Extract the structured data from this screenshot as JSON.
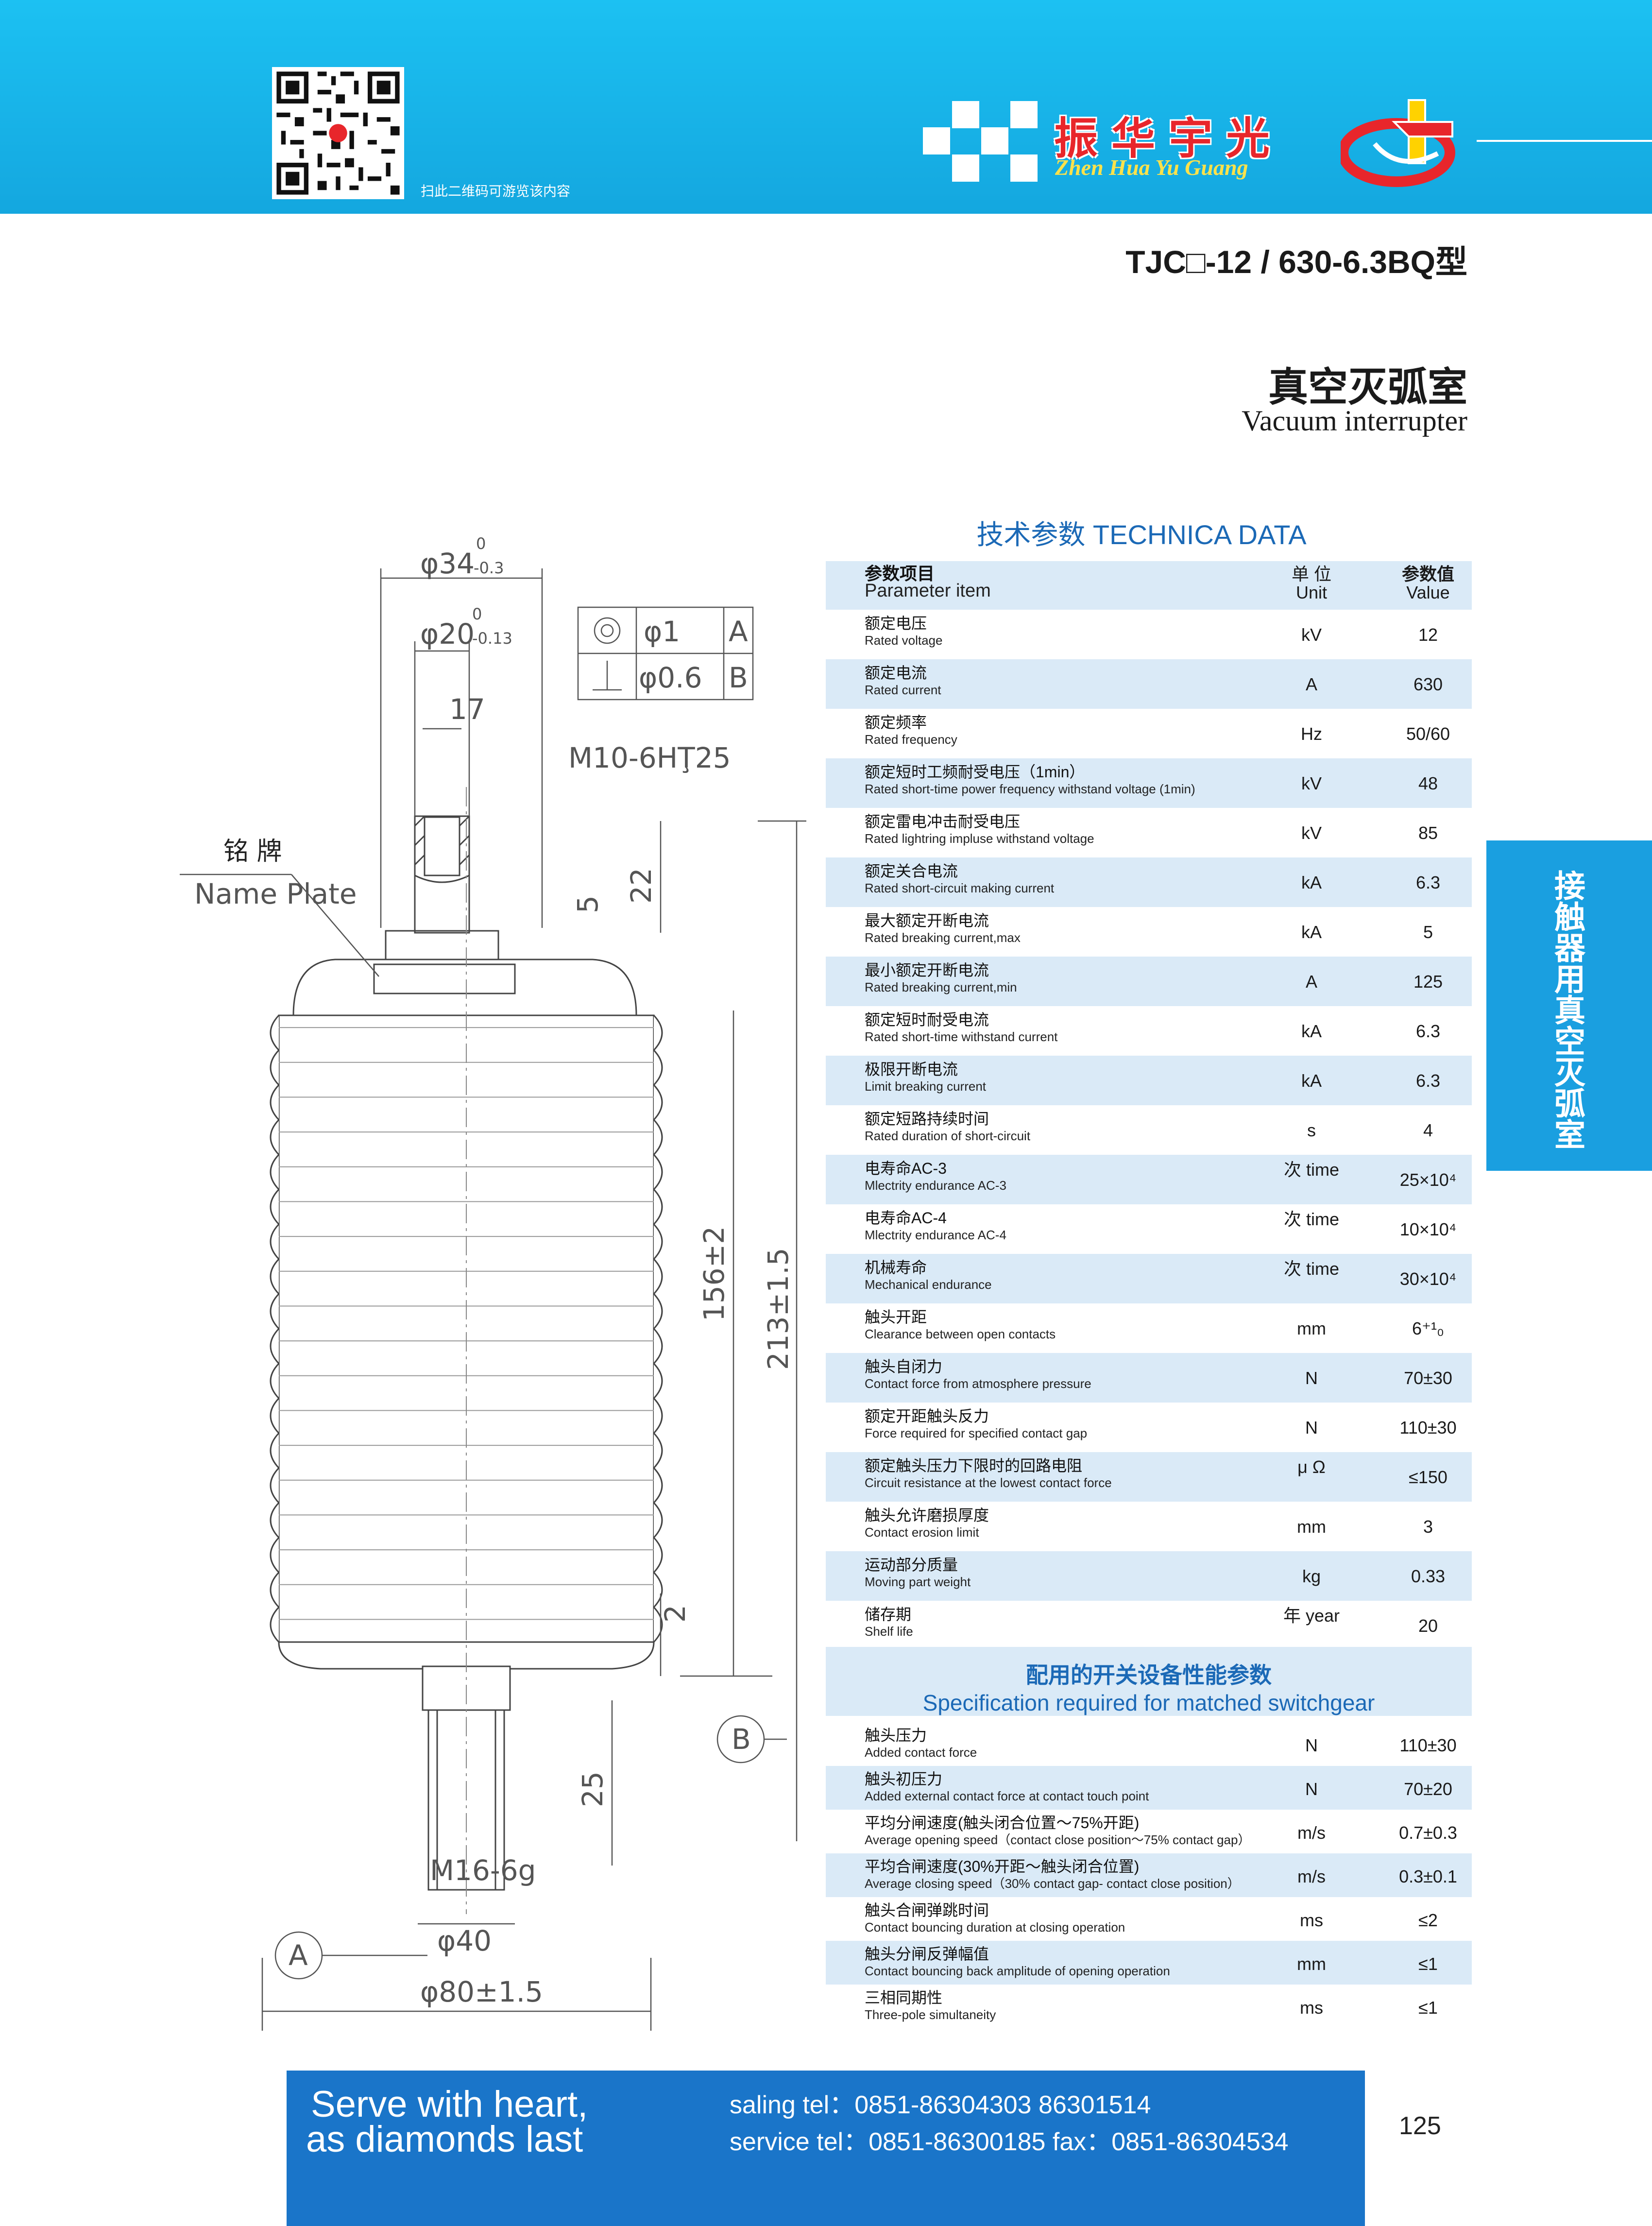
{
  "header": {
    "qr_caption": "扫此二维码可游览该内容",
    "brand_cn": "振华宇光",
    "brand_en": "Zhen Hua Yu Guang",
    "accent_color": "#19b8ec",
    "brand_color": "#e8262b"
  },
  "model": "TJC□-12 / 630-6.3BQ型",
  "title_cn": "真空灭弧室",
  "title_en": "Vacuum interrupter",
  "side_tab": "接触器用真空灭弧室",
  "tech_title": "技术参数 TECHNICA  DATA",
  "table_header": {
    "name_cn": "参数项目",
    "name_en": "Parameter item",
    "unit_cn": "单  位",
    "unit_en": "Unit",
    "val_cn": "参数值",
    "val_en": "Value"
  },
  "params": [
    {
      "cn": "额定电压",
      "en": "Rated voltage",
      "unit": "kV",
      "val": "12"
    },
    {
      "cn": "额定电流",
      "en": "Rated current",
      "unit": "A",
      "val": "630"
    },
    {
      "cn": "额定频率",
      "en": "Rated frequency",
      "unit": "Hz",
      "val": "50/60"
    },
    {
      "cn": "额定短时工频耐受电压（1min）",
      "en": "Rated short-time power frequency withstand voltage (1min)",
      "unit": "kV",
      "val": "48"
    },
    {
      "cn": "额定雷电冲击耐受电压",
      "en": "Rated lightring impluse withstand voltage",
      "unit": "kV",
      "val": "85"
    },
    {
      "cn": "额定关合电流",
      "en": "Rated short-circuit making current",
      "unit": "kA",
      "val": "6.3"
    },
    {
      "cn": "最大额定开断电流",
      "en": "Rated breaking current,max",
      "unit": "kA",
      "val": "5"
    },
    {
      "cn": "最小额定开断电流",
      "en": "Rated breaking current,min",
      "unit": "A",
      "val": "125"
    },
    {
      "cn": "额定短时耐受电流",
      "en": "Rated short-time withstand current",
      "unit": "kA",
      "val": "6.3"
    },
    {
      "cn": "极限开断电流",
      "en": "Limit breaking current",
      "unit": "kA",
      "val": "6.3"
    },
    {
      "cn": "额定短路持续时间",
      "en": "Rated duration of short-circuit",
      "unit": "s",
      "val": "4"
    },
    {
      "cn": "电寿命AC-3",
      "en": "Mlectrity endurance AC-3",
      "unit": "次 time",
      "val": "25×10⁴"
    },
    {
      "cn": "电寿命AC-4",
      "en": "Mlectrity endurance AC-4",
      "unit": "次 time",
      "val": "10×10⁴"
    },
    {
      "cn": "机械寿命",
      "en": "Mechanical endurance",
      "unit": "次 time",
      "val": "30×10⁴"
    },
    {
      "cn": "触头开距",
      "en": "Clearance between open contacts",
      "unit": "mm",
      "val": "6⁺¹₀"
    },
    {
      "cn": "触头自闭力",
      "en": "Contact force from atmosphere pressure",
      "unit": "N",
      "val": "70±30"
    },
    {
      "cn": "额定开距触头反力",
      "en": "Force required for specified contact gap",
      "unit": "N",
      "val": "110±30"
    },
    {
      "cn": "额定触头压力下限时的回路电阻",
      "en": "Circuit resistance at the lowest contact force",
      "unit": "μ Ω",
      "val": "≤150"
    },
    {
      "cn": "触头允许磨损厚度",
      "en": "Contact erosion limit",
      "unit": "mm",
      "val": "3"
    },
    {
      "cn": "运动部分质量",
      "en": "Moving part weight",
      "unit": "kg",
      "val": "0.33"
    },
    {
      "cn": "储存期",
      "en": "Shelf life",
      "unit": "年 year",
      "val": "20"
    }
  ],
  "spec_title_cn": "配用的开关设备性能参数",
  "spec_title_en": "Specification required for matched switchgear",
  "spec": [
    {
      "cn": "触头压力",
      "en": "Added contact force",
      "unit": "N",
      "val": "110±30"
    },
    {
      "cn": "触头初压力",
      "en": "Added external contact force at contact touch point",
      "unit": "N",
      "val": "70±20"
    },
    {
      "cn": "平均分闸速度(触头闭合位置～75%开距)",
      "en": "Average opening speed（contact close position～75% contact gap）",
      "unit": "m/s",
      "val": "0.7±0.3"
    },
    {
      "cn": "平均合闸速度(30%开距～触头闭合位置)",
      "en": "Average closing speed（30% contact gap- contact close position）",
      "unit": "m/s",
      "val": "0.3±0.1"
    },
    {
      "cn": "触头合闸弹跳时间",
      "en": "Contact bouncing duration at closing operation",
      "unit": "ms",
      "val": "≤2"
    },
    {
      "cn": "触头分闸反弹幅值",
      "en": "Contact bouncing back amplitude of opening operation",
      "unit": "mm",
      "val": "≤1"
    },
    {
      "cn": "三相同期性",
      "en": "Three-pole simultaneity",
      "unit": "ms",
      "val": "≤1"
    }
  ],
  "drawing": {
    "d34": "φ34",
    "d34_tol_top": "0",
    "d34_tol_bot": "-0.3",
    "d20": "φ20",
    "d20_tol_top": "0",
    "d20_tol_bot": "-0.13",
    "tol1_val": "φ1",
    "tol1_ref": "A",
    "tol2_val": "φ0.6",
    "tol2_ref": "B",
    "dim17": "17",
    "thread_top": "M10-6HŢ25",
    "dim22": "22",
    "dim5": "5",
    "nameplate_cn": "铭 牌",
    "nameplate_en": "Name Plate",
    "dim156": "156±2",
    "dim213": "213±1.5",
    "dim2": "2",
    "dim25": "25",
    "datum_b": "B",
    "thread_bot": "M16-6g",
    "d40": "φ40",
    "datum_a": "A",
    "d80": "φ80±1.5"
  },
  "footer": {
    "slogan1": "Serve with heart,",
    "slogan2": "as diamonds last",
    "tel1": "saling tel：0851-86304303  86301514",
    "tel2": "service tel：0851-86300185  fax：0851-86304534",
    "page_num": "125"
  }
}
